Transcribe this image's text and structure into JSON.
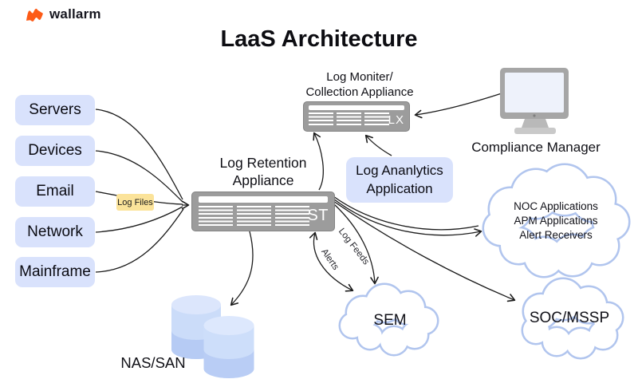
{
  "brand": {
    "name": "wallarm",
    "logo_color": "#fd5b17"
  },
  "title": "LaaS Architecture",
  "sources": [
    {
      "label": "Servers"
    },
    {
      "label": "Devices"
    },
    {
      "label": "Email"
    },
    {
      "label": "Network"
    },
    {
      "label": "Mainframe"
    }
  ],
  "log_files": {
    "label": "Log Files"
  },
  "retention": {
    "line1": "Log Retention",
    "line2": "Appliance",
    "badge": "ST"
  },
  "monitor_appliance": {
    "line1": "Log Moniter/",
    "line2": "Collection Appliance",
    "badge": "LX"
  },
  "analytics": {
    "line1": "Log Ananlytics",
    "line2": "Application"
  },
  "compliance": {
    "label": "Compliance Manager"
  },
  "clouds": {
    "noc": {
      "lines": [
        "NOC Applications",
        "APM Applications",
        "Alert Receivers"
      ]
    },
    "sem": {
      "label": "SEM"
    },
    "soc": {
      "label": "SOC/MSSP"
    }
  },
  "storage": {
    "label": "NAS/SAN"
  },
  "edges": {
    "log_feeds": "Log Feeds",
    "alerts": "Alerts"
  },
  "colors": {
    "box_blue": "#d9e2fc",
    "tag_yellow": "#fbe39a",
    "appliance_gray": "#9c9c9c",
    "cloud_stroke": "#b1c5ee",
    "cylinder_blue": "#cddefa",
    "line_black": "#1b1b1b",
    "brand_orange": "#fd5b17"
  }
}
